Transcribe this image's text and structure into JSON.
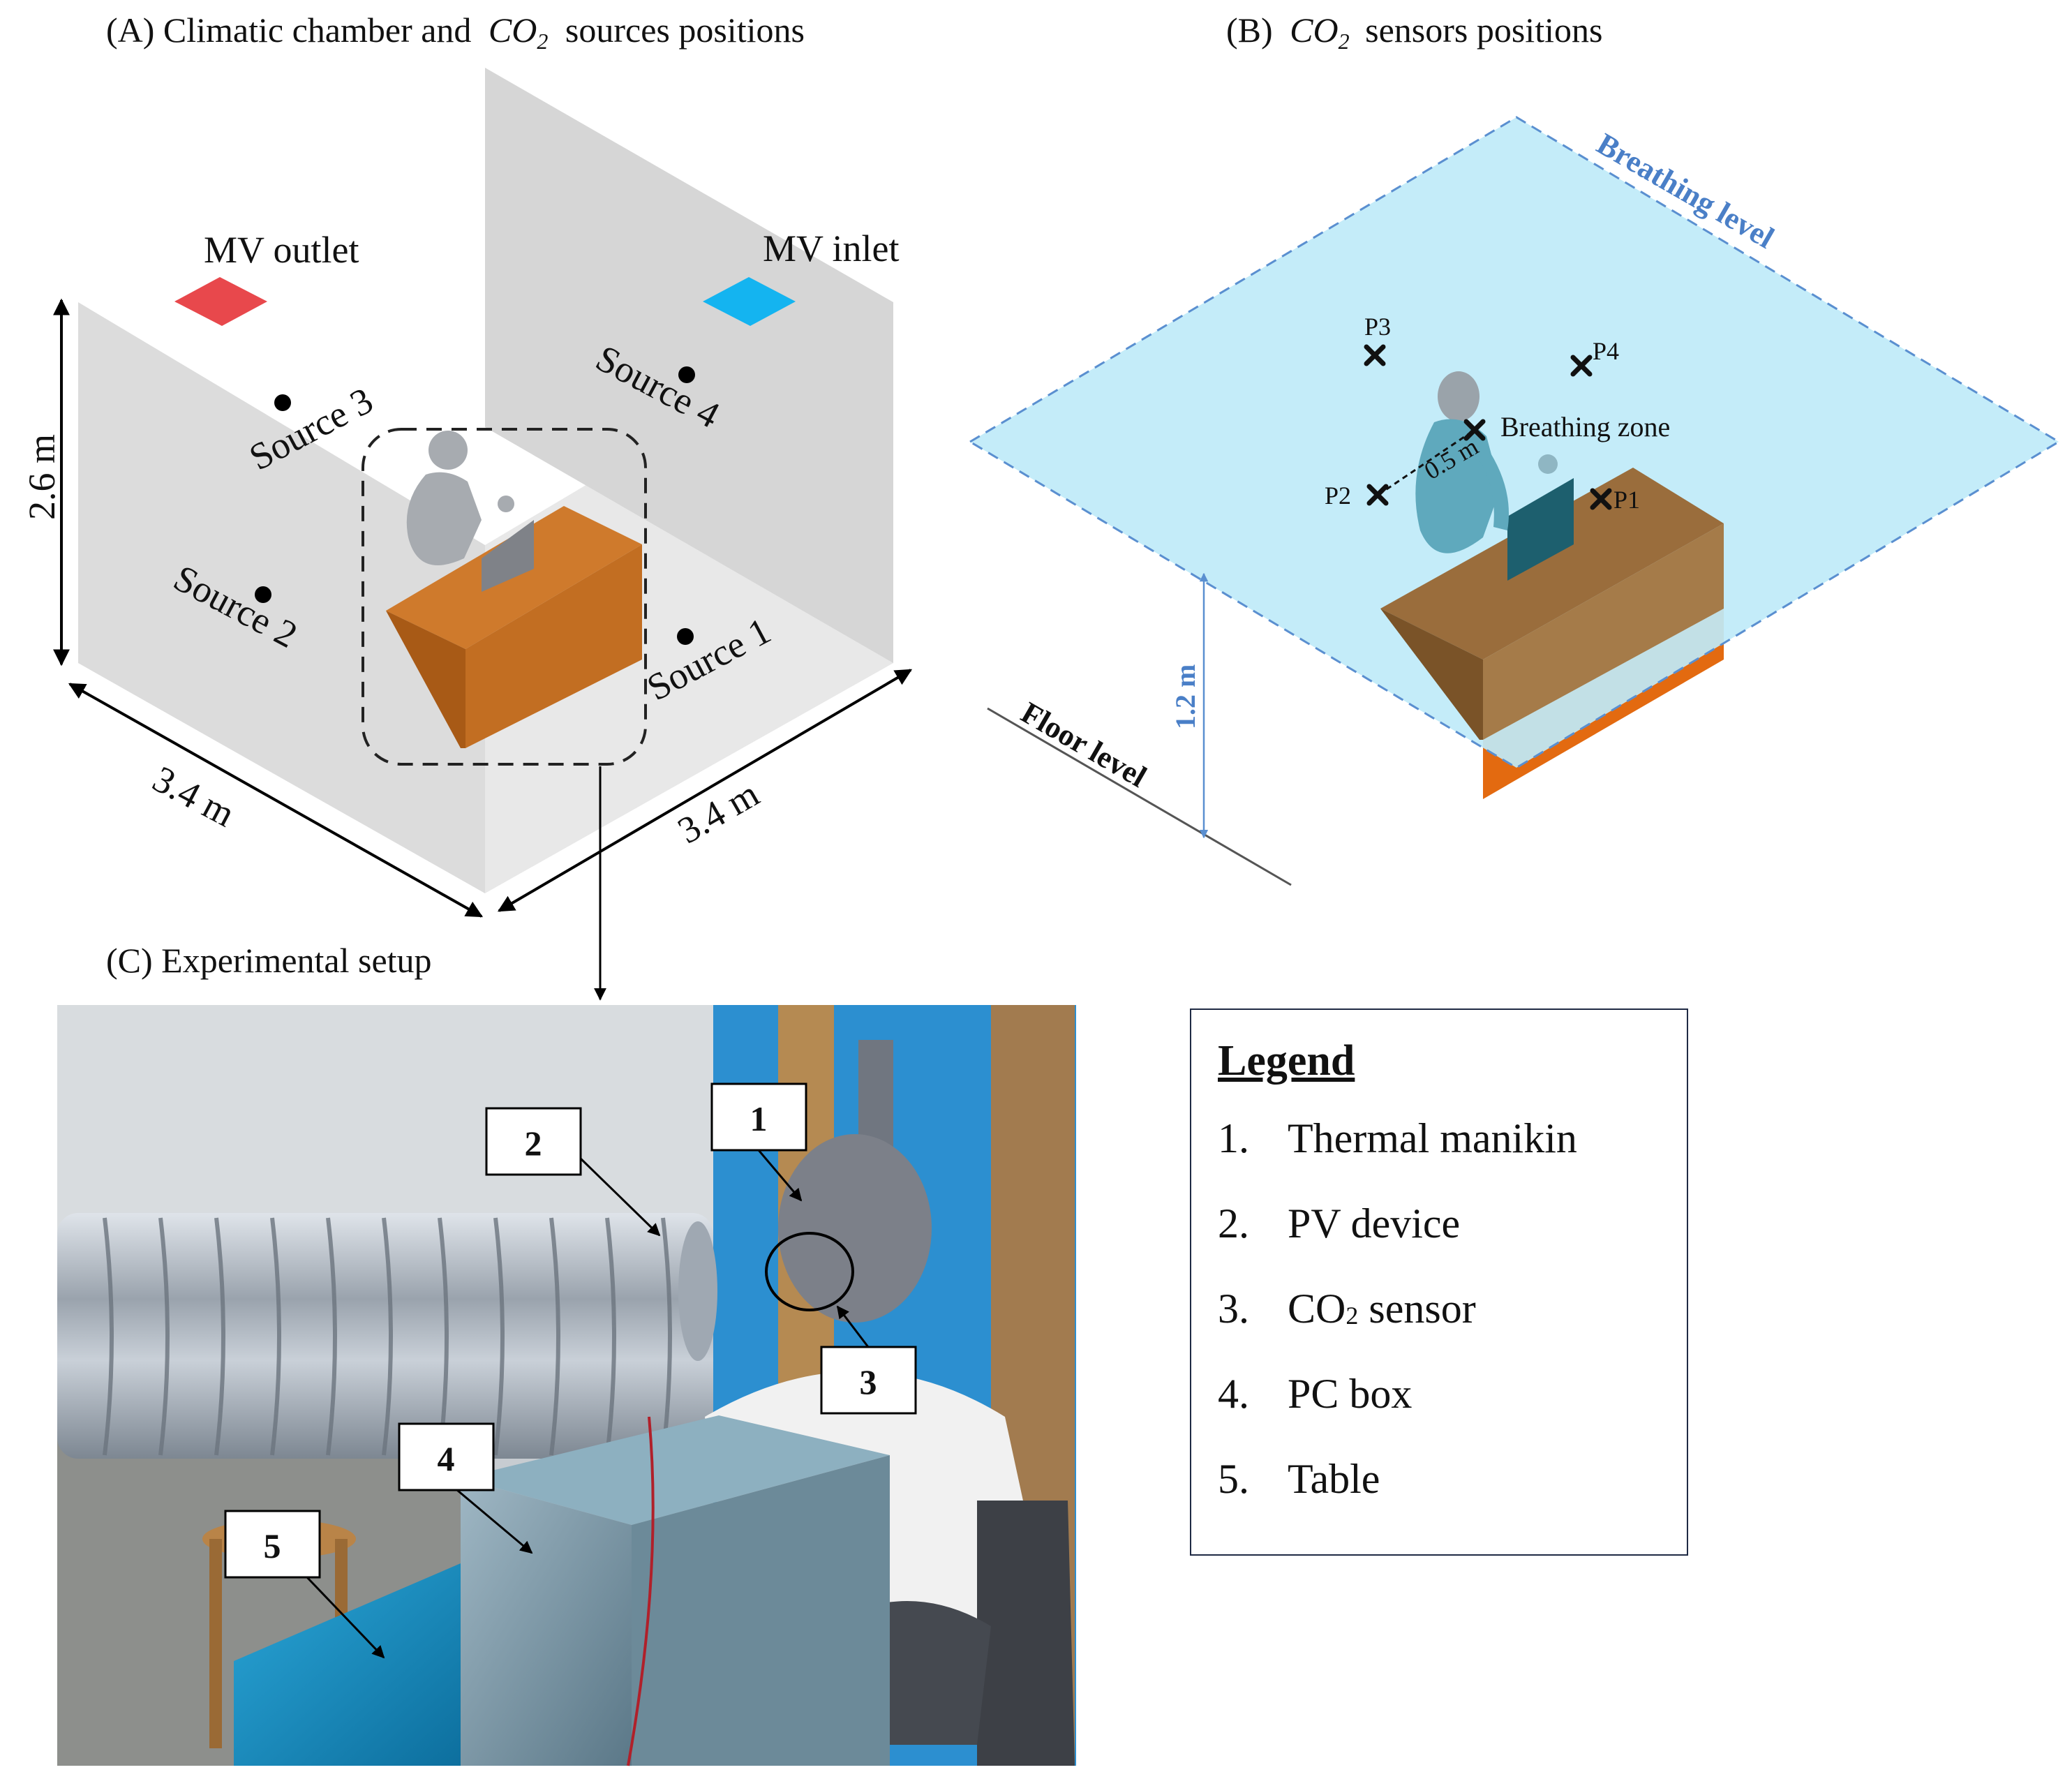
{
  "panel_a": {
    "title_prefix": "(A) Climatic chamber and",
    "title_co": "CO",
    "title_sub": "2",
    "title_suffix": "sources positions",
    "mv_outlet": "MV outlet",
    "mv_inlet": "MV inlet",
    "source_1": "Source 1",
    "source_2": "Source 2",
    "source_3": "Source 3",
    "source_4": "Source 4",
    "height": "2.6 m",
    "width_left": "3.4 m",
    "width_right": "3.4 m",
    "colors": {
      "outlet": "#e8484c",
      "inlet": "#14b4f0",
      "desk": "#cf7a2c",
      "wall": "#dcdcdc"
    }
  },
  "panel_b": {
    "title_prefix": "(B)",
    "title_co": "CO",
    "title_sub": "2",
    "title_suffix": "sensors positions",
    "breathing_level": "Breathing level",
    "floor_level": "Floor level",
    "height": "1.2 m",
    "distance": "0.5 m",
    "breathing_zone": "Breathing zone",
    "p1": "P1",
    "p2": "P2",
    "p3": "P3",
    "p4": "P4",
    "colors": {
      "plane": "#bfeaf9",
      "plane_edge": "#5a8fd0",
      "desk": "#9a6d3c"
    }
  },
  "panel_c": {
    "title": "(C) Experimental setup",
    "callout_1": "1",
    "callout_2": "2",
    "callout_3": "3",
    "callout_4": "4",
    "callout_5": "5"
  },
  "legend": {
    "title": "Legend",
    "items": [
      {
        "num": "1.",
        "label": "Thermal manikin"
      },
      {
        "num": "2.",
        "label": "PV device"
      },
      {
        "num": "3.",
        "label": "CO",
        "sub": "2",
        "suffix": " sensor"
      },
      {
        "num": "4.",
        "label": "PC box"
      },
      {
        "num": "5.",
        "label": "Table"
      }
    ]
  }
}
